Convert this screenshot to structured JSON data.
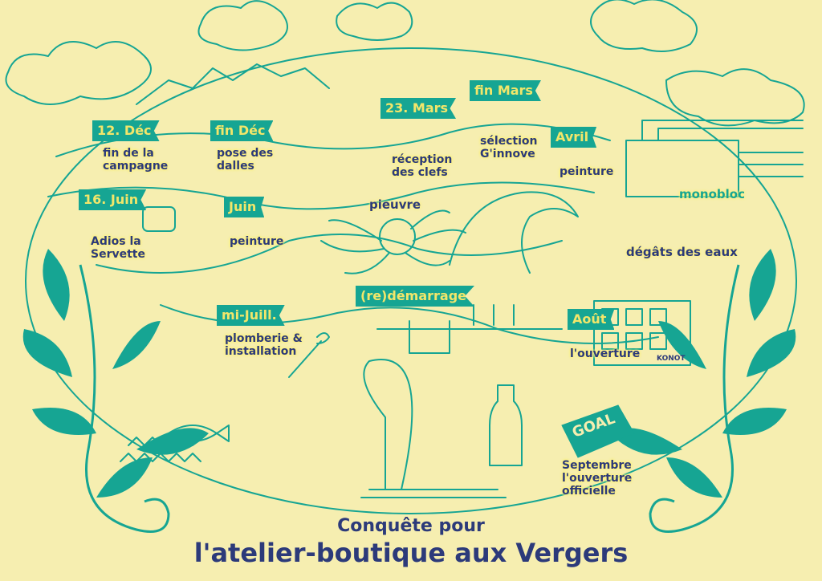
{
  "colors": {
    "background": "#f6eeb0",
    "line": "#16a593",
    "text": "#2c3a7a",
    "flag_text": "#f2e66a",
    "highlight": "#fff27a"
  },
  "milestones": {
    "dec12": {
      "flag": "12. Déc",
      "lines": [
        "fin de la",
        "campagne"
      ]
    },
    "findec": {
      "flag": "fin Déc",
      "lines": [
        "pose des",
        "dalles"
      ]
    },
    "mars23": {
      "flag": "23. Mars",
      "lines": [
        "réception",
        "des clefs"
      ]
    },
    "finmars": {
      "flag": "fin Mars",
      "lines": [
        "sélection",
        "G'innove"
      ]
    },
    "avril": {
      "flag": "Avril",
      "lines": [
        "peinture"
      ]
    },
    "juin16": {
      "flag": "16. Juin",
      "lines": [
        "Adios la",
        "Servette"
      ]
    },
    "juin": {
      "flag": "Juin",
      "lines": [
        "peinture"
      ]
    },
    "redem": {
      "flag": "(re)démarrage",
      "lines": []
    },
    "mijuill": {
      "flag": "mi-Juill.",
      "lines": [
        "plomberie &",
        "installation"
      ]
    },
    "aout": {
      "flag": "Août",
      "lines": [
        "l'ouverture"
      ]
    },
    "goal": {
      "flag": "GOAL",
      "lines": [
        "Septembre",
        "l'ouverture",
        "officielle"
      ]
    }
  },
  "annotations": {
    "pieuvre": "pieuvre",
    "monobloc": "monobloc",
    "degats": "dégâts des eaux",
    "konot": "KONOT"
  },
  "title": {
    "line1": "Conquête pour",
    "line2": "l'atelier-boutique aux Vergers"
  }
}
